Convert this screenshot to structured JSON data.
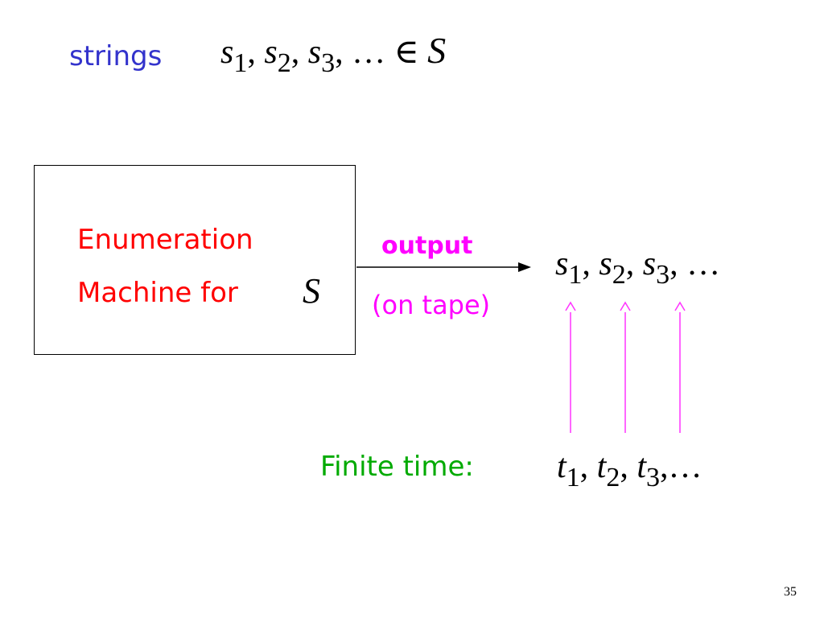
{
  "colors": {
    "strings_label": "#3333cc",
    "machine_label": "#ff0000",
    "output_label": "#ff00ff",
    "finite_label": "#00aa00",
    "pointer_arrows": "#ff33ff",
    "output_arrow": "#000000"
  },
  "top": {
    "strings_label": "strings",
    "sequence": [
      "s",
      "1",
      ", ",
      "s",
      "2",
      ", ",
      "s",
      "3",
      ", … ∈ ",
      "S"
    ]
  },
  "machine": {
    "line1": "Enumeration",
    "line2": "Machine for",
    "set_symbol": "S"
  },
  "arrow": {
    "label": "output",
    "sublabel": "(on tape)"
  },
  "output_sequence": {
    "var": "s",
    "subs": [
      "1",
      "2",
      "3"
    ],
    "ellipsis": ", …"
  },
  "finite": {
    "label": "Finite time:",
    "var": "t",
    "subs": [
      "1",
      "2",
      "3"
    ],
    "ellipsis": ",…"
  },
  "page_number": "35"
}
